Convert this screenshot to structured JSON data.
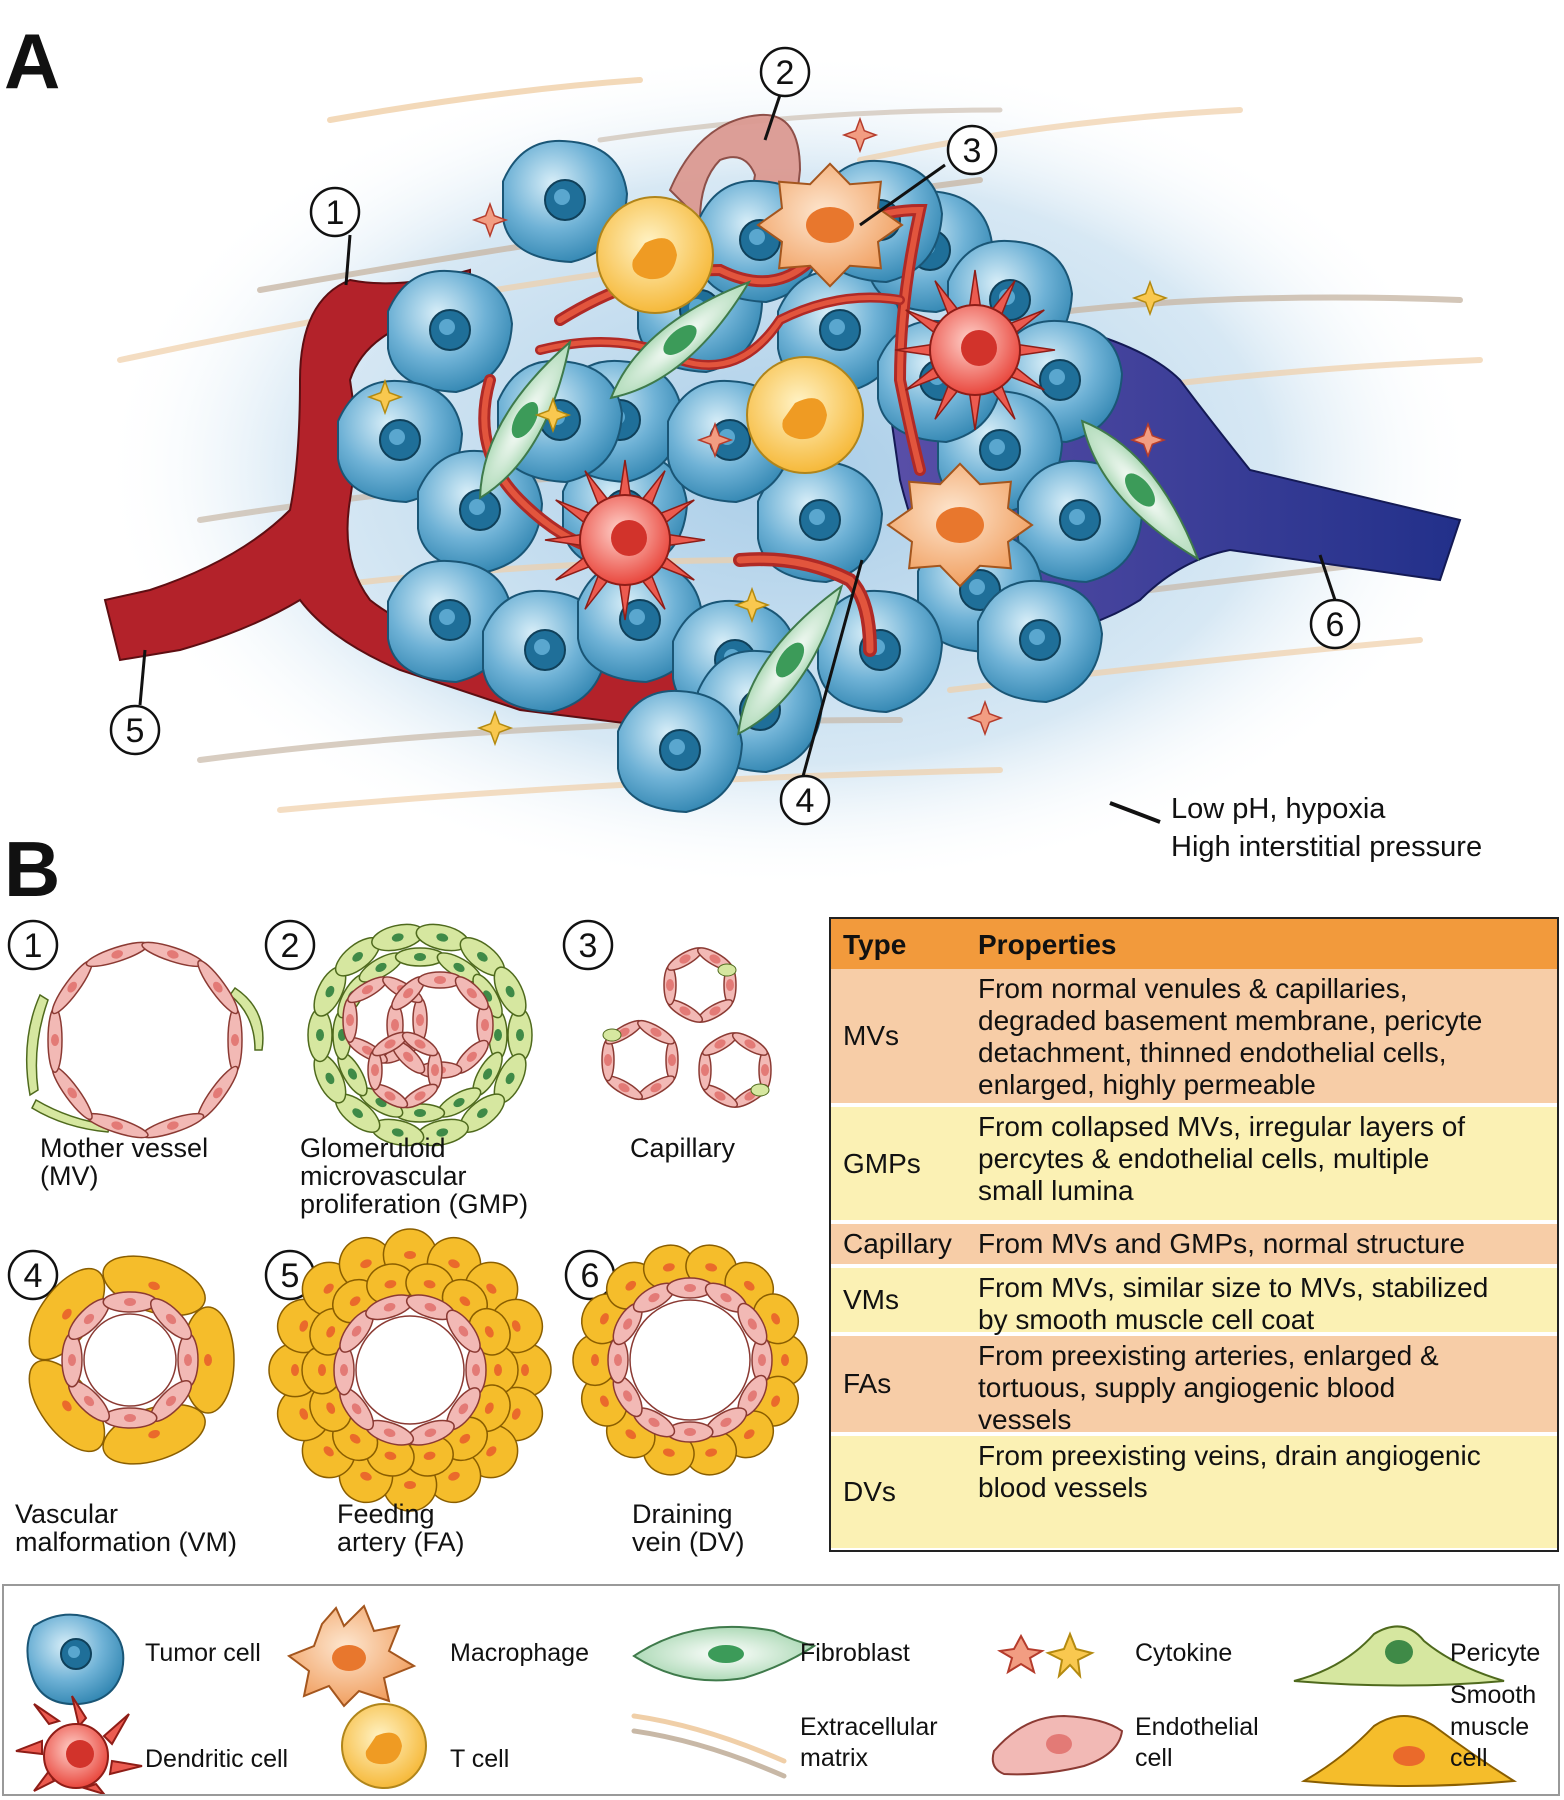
{
  "panels": {
    "a": "A",
    "b": "B"
  },
  "panel_a": {
    "markers": [
      "1",
      "2",
      "3",
      "4",
      "5",
      "6"
    ],
    "conditions": [
      "Low pH, hypoxia",
      "High interstitial pressure"
    ]
  },
  "panel_b": {
    "vessels": [
      {
        "num": "1",
        "label": [
          "Mother vessel",
          "(MV)"
        ]
      },
      {
        "num": "2",
        "label": [
          "Glomeruloid",
          "microvascular",
          "proliferation (GMP)"
        ]
      },
      {
        "num": "3",
        "label": [
          "Capillary"
        ]
      },
      {
        "num": "4",
        "label": [
          "Vascular",
          "malformation (VM)"
        ]
      },
      {
        "num": "5",
        "label": [
          "Feeding",
          "artery (FA)"
        ]
      },
      {
        "num": "6",
        "label": [
          "Draining",
          "vein (DV)"
        ]
      }
    ],
    "table": {
      "headers": [
        "Type",
        "Properties"
      ],
      "rows": [
        {
          "type": "MVs",
          "lines": [
            "From normal venules & capillaries,",
            "degraded basement membrane, pericyte",
            "detachment, thinned endothelial cells,",
            "enlarged, highly permeable"
          ]
        },
        {
          "type": "GMPs",
          "lines": [
            "From collapsed MVs, irregular layers of",
            "percytes & endothelial cells, multiple",
            "small lumina"
          ]
        },
        {
          "type": "Capillary",
          "lines": [
            "From MVs and GMPs, normal structure"
          ]
        },
        {
          "type": "VMs",
          "lines": [
            "From MVs, similar size to MVs, stabilized",
            "by smooth muscle cell coat"
          ]
        },
        {
          "type": "FAs",
          "lines": [
            "From preexisting arteries, enlarged &",
            "tortuous, supply angiogenic blood",
            "vessels"
          ]
        },
        {
          "type": "DVs",
          "lines": [
            "From preexisting veins, drain angiogenic",
            "blood vessels"
          ]
        }
      ]
    }
  },
  "legend": {
    "tumor": "Tumor cell",
    "macrophage": "Macrophage",
    "fibroblast": "Fibroblast",
    "cytokine": "Cytokine",
    "pericyte": "Pericyte",
    "dendritic": "Dendritic cell",
    "tcell": "T cell",
    "ecm": [
      "Extracellular",
      "matrix"
    ],
    "endothelial": [
      "Endothelial",
      "cell"
    ],
    "smooth": [
      "Smooth",
      "muscle",
      "cell"
    ]
  },
  "colors": {
    "tumor": "#3b8fb8",
    "tumor_nucleus": "#1f6f99",
    "macrophage": "#f3a369",
    "tcell": "#f8c84a",
    "dendritic": "#ec5b50",
    "fibroblast": "#bfe3c6",
    "artery": "#b3222a",
    "vein": "#2a3590",
    "endothelial": "#f2b9b5",
    "pericyte": "#d6e7a0",
    "smooth_muscle": "#f5bd2b",
    "table_header": "#f29a3c",
    "table_orange": "#f7cda7",
    "table_yellow": "#fbf1b4"
  }
}
